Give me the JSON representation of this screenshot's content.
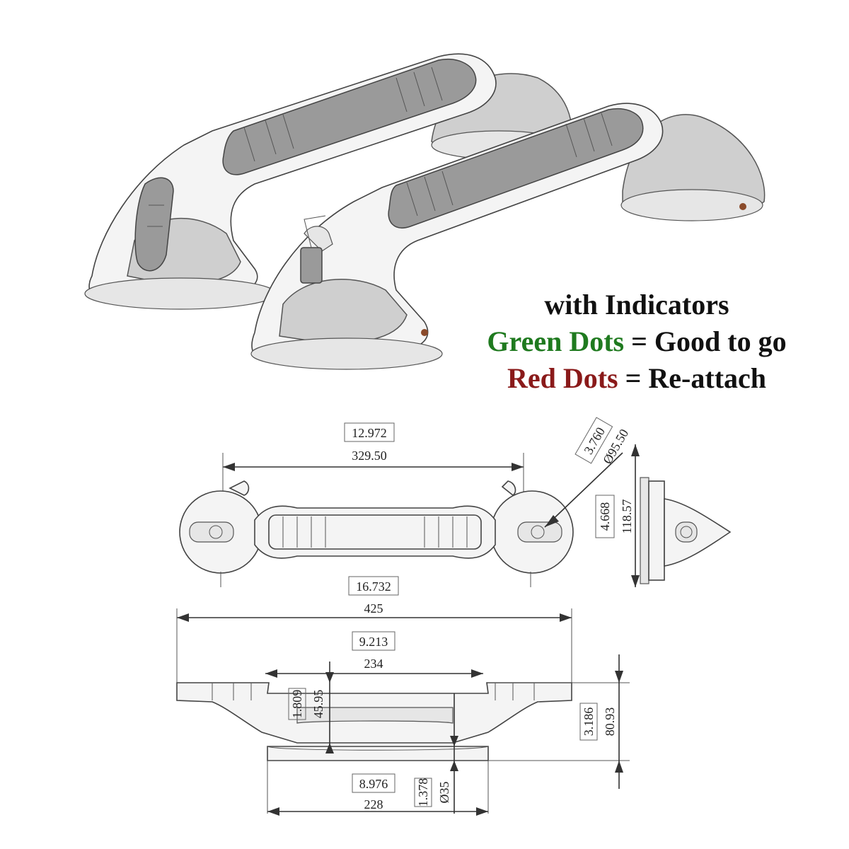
{
  "legend": {
    "line1": "with Indicators",
    "green_label": "Green Dots",
    "green_text": " = Good to go",
    "red_label": "Red Dots",
    "red_text": " = Re-attach",
    "green_color": "#1f7a1f",
    "red_color": "#8a1a1a"
  },
  "dimensions": {
    "suction_span_in": "12.972",
    "suction_span_mm": "329.50",
    "cup_diameter_in": "3.760",
    "cup_diameter_mm": "Ø95.50",
    "cup_height_in": "4.668",
    "cup_height_mm": "118.57",
    "total_length_in": "16.732",
    "total_length_mm": "425",
    "grip_length_in": "9.213",
    "grip_length_mm": "234",
    "grip_depth_in": "1.809",
    "grip_depth_mm": "45.95",
    "total_height_in": "3.186",
    "total_height_mm": "80.93",
    "base_length_in": "8.976",
    "base_length_mm": "228",
    "handle_thickness_in": "1.378",
    "handle_thickness_mm": "Ø35"
  }
}
